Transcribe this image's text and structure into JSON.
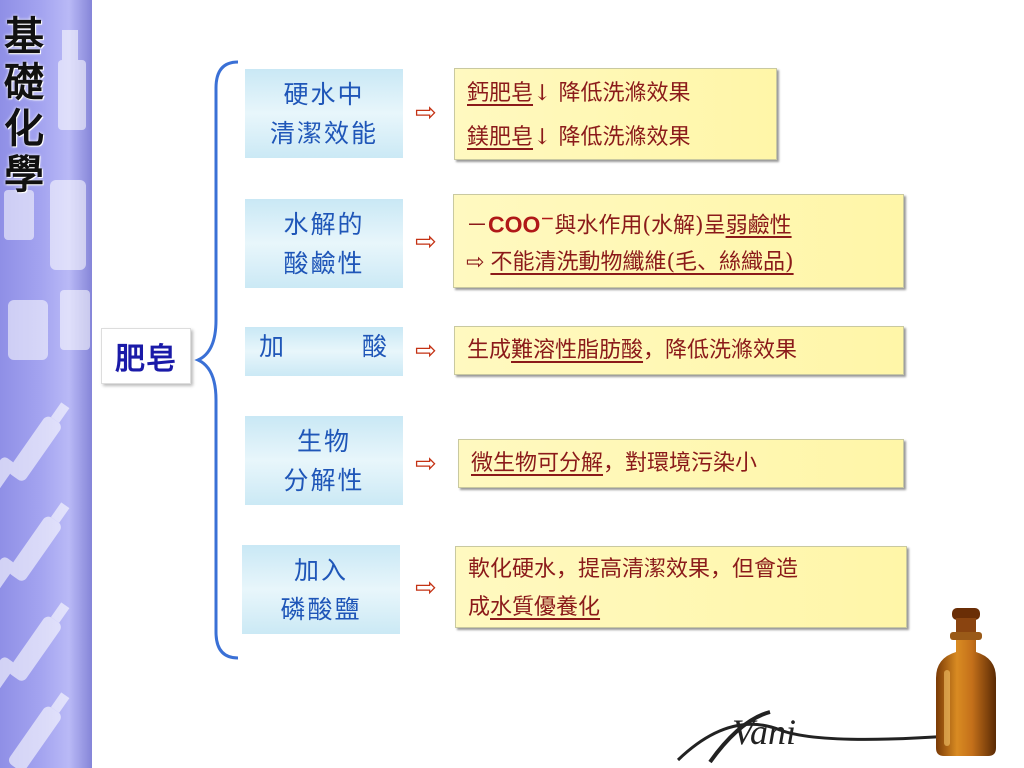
{
  "sidebar": {
    "title_chars": [
      "基",
      "礎",
      "化",
      "學"
    ]
  },
  "main": {
    "label": "肥皂"
  },
  "colors": {
    "topic_text": "#1f56b8",
    "desc_text": "#8b1a1a",
    "arrow": "#c43214",
    "brace": "#3a70d6",
    "main_label": "#1a1aa8"
  },
  "arrow_symbol": "⇨",
  "rows": [
    {
      "topic_lines": [
        "硬水中",
        "清潔效能"
      ],
      "desc_lines": [
        [
          "鈣肥皂",
          "↓ 降低洗滌效果"
        ],
        [
          "鎂肥皂",
          "↓ 降低洗滌效果"
        ]
      ]
    },
    {
      "topic_lines": [
        "水解的",
        "酸鹼性"
      ],
      "desc": {
        "line1_prefix": "－",
        "line1_coo": "COO",
        "line1_super": "－",
        "line1_mid": "與水作用(水解)呈",
        "line1_u": "弱鹼性",
        "line2_arrow": "⇨",
        "line2_u": "不能清洗動物纖維(毛、絲織品)"
      }
    },
    {
      "topic_left": "加",
      "topic_right": "酸",
      "desc": {
        "pre": "生成",
        "u": "難溶性脂肪酸",
        "post": "，降低洗滌效果"
      }
    },
    {
      "topic_lines": [
        "生物",
        "分解性"
      ],
      "desc": {
        "u": "微生物可分解",
        "post": "，對環境污染小"
      }
    },
    {
      "topic_lines": [
        "加入",
        "磷酸鹽"
      ],
      "desc": {
        "line1": "軟化硬水，提高清潔效果，但會造",
        "line2_pre": "成",
        "line2_u": "水質優養化"
      }
    }
  ],
  "logo": {
    "text": "Vani"
  }
}
